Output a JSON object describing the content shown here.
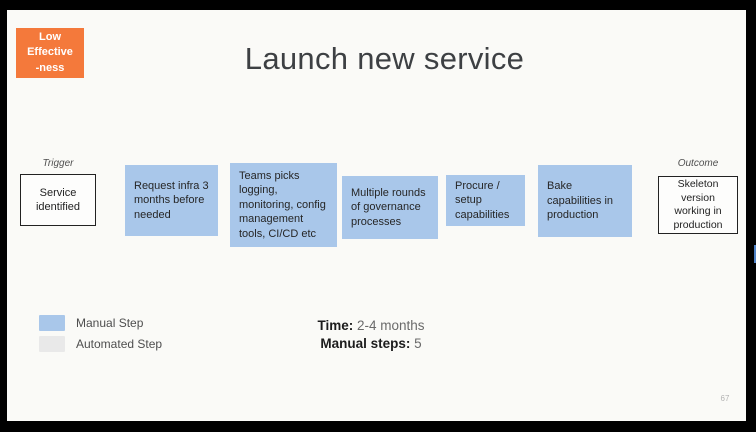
{
  "slide": {
    "title": "Launch new service",
    "page_number": "67"
  },
  "badge": {
    "lines": [
      "Low",
      "Effective",
      "-ness"
    ]
  },
  "flow": {
    "trigger": {
      "label": "Trigger",
      "text": "Service identified"
    },
    "steps": [
      {
        "text": "Request infra 3 months before needed",
        "type": "manual"
      },
      {
        "text": "Teams picks logging, monitoring, config management tools, CI/CD etc",
        "type": "manual"
      },
      {
        "text": "Multiple rounds of governance processes",
        "type": "manual"
      },
      {
        "text": "Procure / setup capabilities",
        "type": "manual"
      },
      {
        "text": "Bake capabilities in production",
        "type": "manual"
      }
    ],
    "outcome": {
      "label": "Outcome",
      "text": "Skeleton version working in production"
    }
  },
  "legend": {
    "items": [
      {
        "label": "Manual Step",
        "color": "#a9c7ea"
      },
      {
        "label": "Automated Step",
        "color": "#e9e9e9"
      }
    ]
  },
  "stats": {
    "time_label": "Time:",
    "time_value": "2-4 months",
    "steps_label": "Manual steps:",
    "steps_value": "5"
  },
  "colors": {
    "badge_orange": "#f4793b",
    "manual_step": "#a9c7ea",
    "automated_step": "#e9e9e9"
  }
}
